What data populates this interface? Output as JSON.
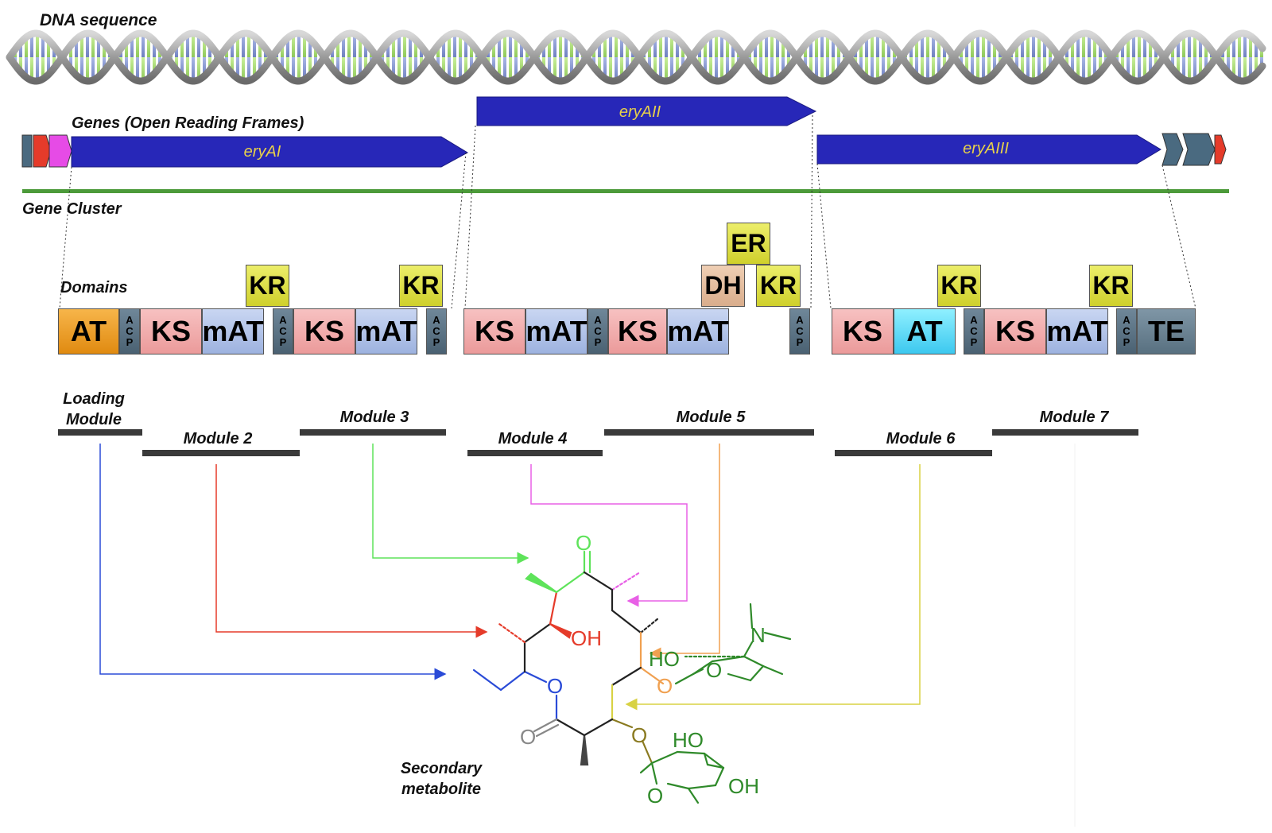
{
  "labels": {
    "dna": "DNA sequence",
    "genes": "Genes (Open Reading Frames)",
    "cluster": "Gene Cluster",
    "domains": "Domains",
    "metabolite_line1": "Secondary",
    "metabolite_line2": "metabolite"
  },
  "genes": {
    "eryAI": "eryAI",
    "eryAII": "eryAII",
    "eryAIII": "eryAIII"
  },
  "domains": {
    "AT": "AT",
    "KS": "KS",
    "mAT": "mAT",
    "ACP": "ACP",
    "KR": "KR",
    "ER": "ER",
    "DH": "DH",
    "TE": "TE"
  },
  "modules": {
    "loading_line1": "Loading",
    "loading_line2": "Module",
    "m2": "Module 2",
    "m3": "Module 3",
    "m4": "Module 4",
    "m5": "Module 5",
    "m6": "Module 6",
    "m7": "Module 7"
  },
  "molecule": {
    "O": "O",
    "OH": "OH",
    "HO": "HO",
    "N": "N"
  },
  "colors": {
    "gene_blue": "#2727b8",
    "gene_label": "#e8d14a",
    "cluster_line": "#4c9a3a",
    "loading": "#2a4bd7",
    "m2": "#e53b2a",
    "m3": "#5ee35a",
    "m4": "#e860e6",
    "m5": "#f0a050",
    "m6": "#d8d244",
    "sugar": "#2f8a2a"
  }
}
